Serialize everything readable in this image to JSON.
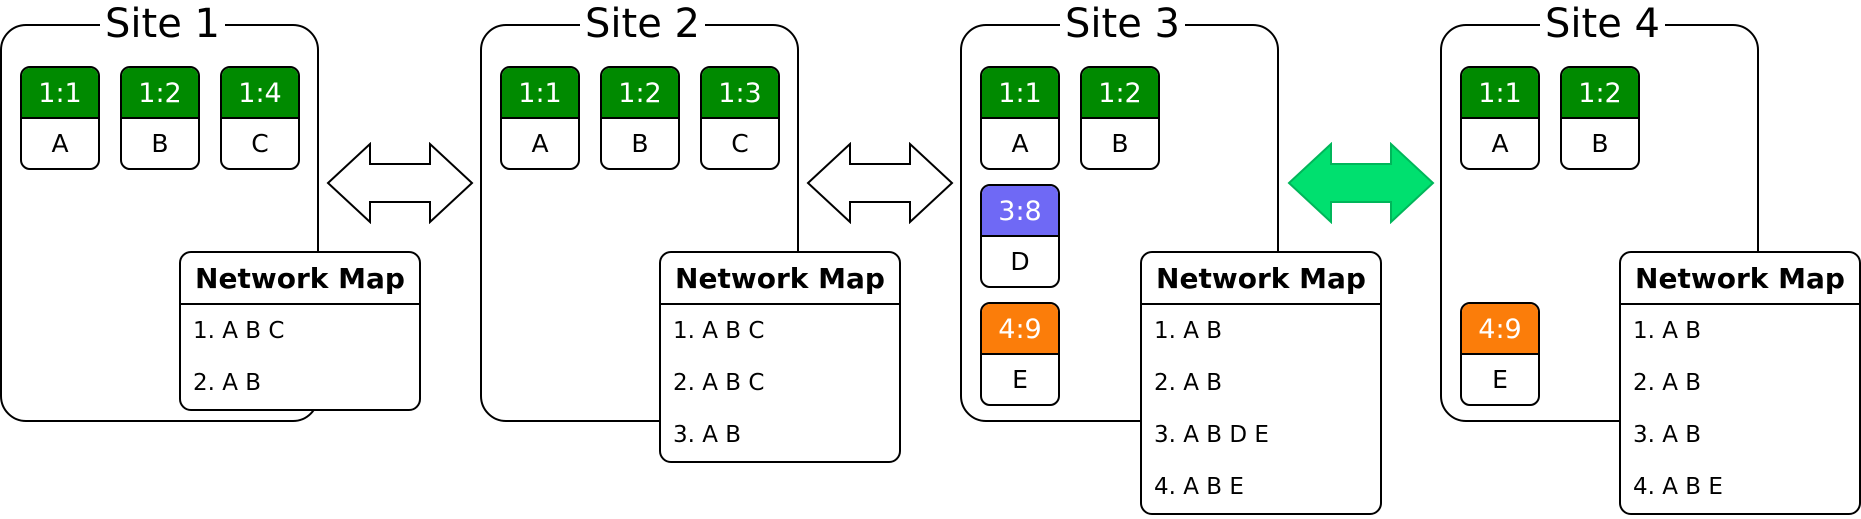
{
  "colors": {
    "green": "#008a00",
    "purple": "#6f69f5",
    "orange": "#fb7d0a",
    "arrow_active": "#00e06f",
    "arrow_active_stroke": "#00b65a",
    "arrow_idle": "#ffffff"
  },
  "sites": [
    {
      "title": "Site 1",
      "tiles": [
        {
          "id": "1:1",
          "label": "A",
          "color": "green"
        },
        {
          "id": "1:2",
          "label": "B",
          "color": "green"
        },
        {
          "id": "1:4",
          "label": "C",
          "color": "green"
        }
      ],
      "network_map": {
        "title": "Network Map",
        "rows": [
          "1. A B C",
          "2. A B"
        ]
      }
    },
    {
      "title": "Site 2",
      "tiles": [
        {
          "id": "1:1",
          "label": "A",
          "color": "green"
        },
        {
          "id": "1:2",
          "label": "B",
          "color": "green"
        },
        {
          "id": "1:3",
          "label": "C",
          "color": "green"
        }
      ],
      "network_map": {
        "title": "Network Map",
        "rows": [
          "1. A B C",
          "2. A B C",
          "3. A B"
        ]
      }
    },
    {
      "title": "Site 3",
      "tiles": [
        {
          "id": "1:1",
          "label": "A",
          "color": "green"
        },
        {
          "id": "1:2",
          "label": "B",
          "color": "green"
        },
        {
          "id": "3:8",
          "label": "D",
          "color": "purple"
        },
        {
          "id": "4:9",
          "label": "E",
          "color": "orange"
        }
      ],
      "network_map": {
        "title": "Network Map",
        "rows": [
          "1. A B",
          "2. A B",
          "3. A B D E",
          "4. A B E"
        ]
      }
    },
    {
      "title": "Site 4",
      "tiles": [
        {
          "id": "1:1",
          "label": "A",
          "color": "green"
        },
        {
          "id": "1:2",
          "label": "B",
          "color": "green"
        },
        {
          "id": "4:9",
          "label": "E",
          "color": "orange"
        }
      ],
      "network_map": {
        "title": "Network Map",
        "rows": [
          "1. A B",
          "2. A B",
          "3. A B",
          "4. A B E"
        ]
      }
    }
  ],
  "connections": [
    {
      "from": "Site 1",
      "to": "Site 2",
      "active": false
    },
    {
      "from": "Site 2",
      "to": "Site 3",
      "active": false
    },
    {
      "from": "Site 3",
      "to": "Site 4",
      "active": true
    }
  ]
}
